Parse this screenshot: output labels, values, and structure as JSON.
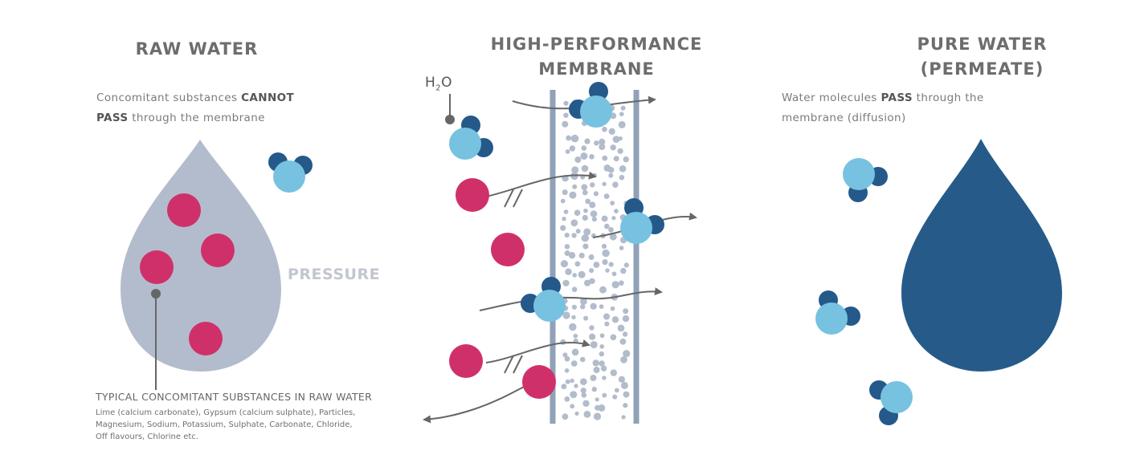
{
  "raw_water": {
    "title": "RAW WATER",
    "desc_pre": "Concomitant substances ",
    "desc_bold": "CANNOT PASS",
    "desc_post": " through the membrane",
    "pressure_label": "PRESSURE",
    "typical_title": "TYPICAL CONCOMITANT SUBSTANCES IN RAW WATER",
    "typical_list": "Lime (calcium carbonate), Gypsum (calcium sulphate), Particles, Magnesium, Sodium, Potassium, Sulphate, Carbonate, Chloride, Off flavours, Chlorine etc."
  },
  "membrane": {
    "title_line1": "HIGH-PERFORMANCE",
    "title_line2": "MEMBRANE",
    "h2o_label": "H",
    "h2o_sub": "2",
    "h2o_tail": "O"
  },
  "pure_water": {
    "title_line1": "PURE WATER",
    "title_line2": "(PERMEATE)",
    "desc_pre": "Water molecules ",
    "desc_bold": "PASS",
    "desc_post": " through the membrane (diffusion)"
  },
  "colors": {
    "raw_drop": "#b3bccd",
    "pure_drop": "#265b89",
    "substance": "#d0306a",
    "molecule_light": "#76c2e0",
    "molecule_dark": "#24598a",
    "membrane_wall": "#8fa2b8",
    "membrane_dot": "#b2bccb",
    "arrow": "#666666"
  }
}
